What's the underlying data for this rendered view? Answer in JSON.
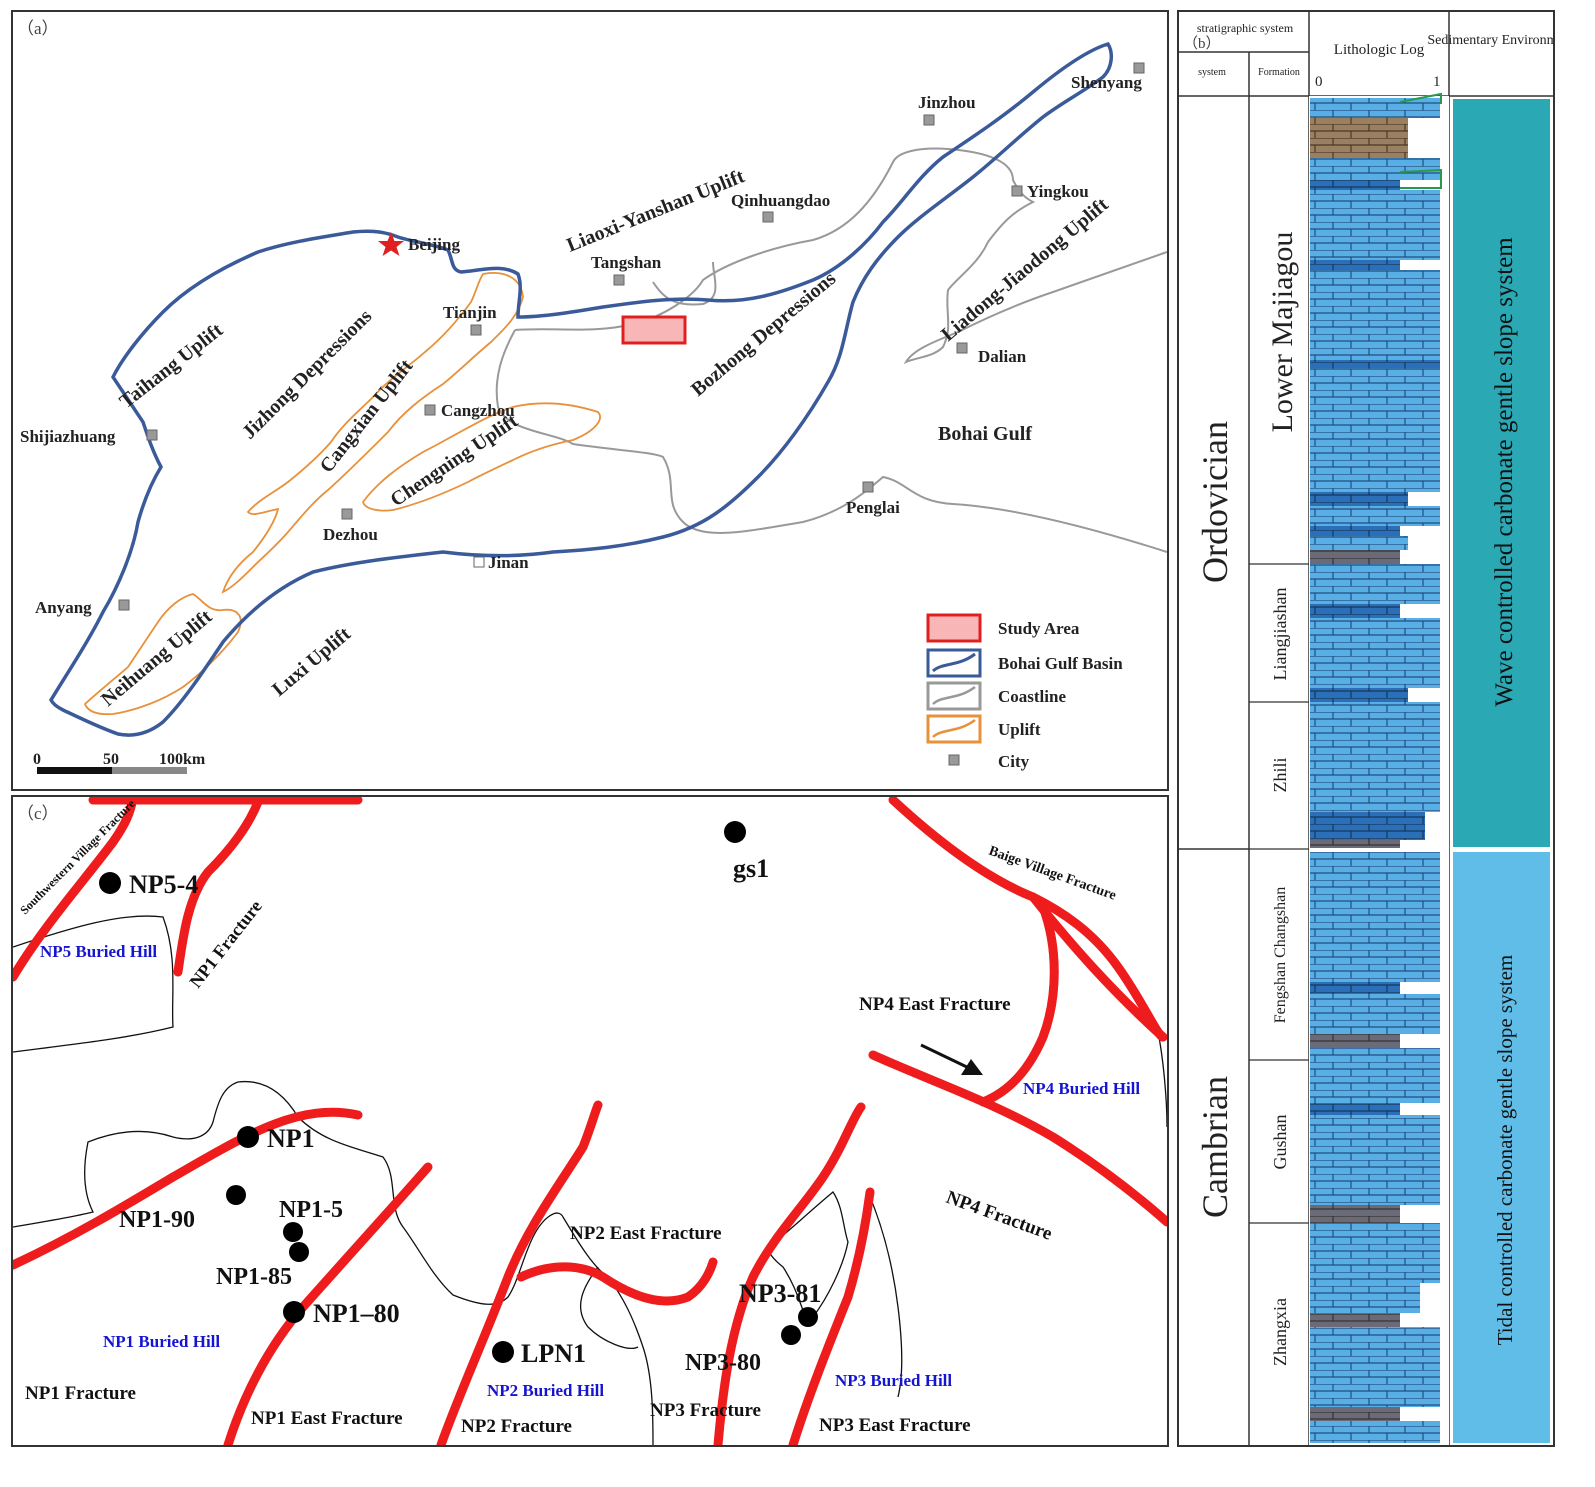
{
  "panel_a": {
    "label": "（a）",
    "regions": {
      "taihang": "Taihang  Uplift",
      "jizhong": "Jizhong Depressions",
      "liaoxi": "Liaoxi-Yanshan Uplift",
      "cangxian": "Cangxian Uplift",
      "chengning": "Chengning Uplift",
      "bozhong": "Bozhong Depressions",
      "liadong": "Liadong-Jiaodong Uplift",
      "neihuang": "Neihuang Uplift",
      "luxi": "Luxi Uplift",
      "bohai_gulf": "Bohai Gulf"
    },
    "cities": {
      "beijing": "Beijing",
      "tianjin": "Tianjin",
      "tangshan": "Tangshan",
      "qinhuangdao": "Qinhuangdao",
      "jinzhou": "Jinzhou",
      "shenyang": "Shenyang",
      "yingkou": "Yingkou",
      "dalian": "Dalian",
      "cangzhou": "Cangzhou",
      "shijiazhuang": "Shijiazhuang",
      "dezhou": "Dezhou",
      "jinan": "Jinan",
      "penglai": "Penglai",
      "anyang": "Anyang"
    },
    "scale": {
      "zero": "0",
      "mid": "50",
      "end": "100km"
    },
    "legend": {
      "study_area": "Study Area",
      "basin": "Bohai Gulf Basin",
      "coastline": "Coastline",
      "uplift": "Uplift",
      "city": "City"
    },
    "colors": {
      "basin": "#3a5a9a",
      "coast": "#999999",
      "uplift": "#e8913a",
      "study": "#e02020",
      "star": "#e02020"
    }
  },
  "panel_b": {
    "label": "（b）",
    "header": {
      "strat": "stratigraphic system",
      "system": "system",
      "formation": "Formation",
      "litho": "Lithologic Log",
      "axis_min": "0",
      "axis_max": "1",
      "env": "Sedimentary Environment"
    },
    "systems": {
      "ordovician": "Ordovician",
      "cambrian": "Cambrian"
    },
    "formations": {
      "lower_majiagou": "Lower Majiagou",
      "liangjiashan": "Liangjiashan",
      "zhili": "Zhili",
      "fengshan_changshan": "Fengshan Changshan",
      "gushan": "Gushan",
      "zhangxia": "Zhangxia"
    },
    "environments": {
      "wave": "Wave controlled carbonate gentle slope system",
      "tidal": "Tidal controlled carbonate gentle slope system"
    },
    "colors": {
      "wave": "#2aa9b5",
      "tidal": "#5fbde8",
      "limestone": "#5aaee6",
      "dark": "#2a6fb8",
      "brown": "#9a8060"
    }
  },
  "panel_c": {
    "label": "（c）",
    "wells": {
      "np5_4": "NP5-4",
      "gs1": "gs1",
      "np1": "NP1",
      "np1_90": "NP1-90",
      "np1_5": "NP1-5",
      "np1_85": "NP1-85",
      "np1_80": "NP1–80",
      "lpn1": "LPN1",
      "np3_81": "NP3-81",
      "np3_80": "NP3-80"
    },
    "fractures": {
      "southwestern": "Southwestern Village Fracture",
      "np1_fracture_top": "NP1 Fracture",
      "baige": "Baige Village Fracture",
      "np4_east": "NP4 East Fracture",
      "np4": "NP4 Fracture",
      "np2_east": "NP2 East Fracture",
      "np1_fracture": "NP1 Fracture",
      "np1_east": "NP1 East Fracture",
      "np2": "NP2 Fracture",
      "np3": "NP3 Fracture",
      "np3_east": "NP3 East Fracture"
    },
    "buried_hills": {
      "np5": "NP5 Buried Hill",
      "np4": "NP4 Buried Hill",
      "np1": "NP1 Buried Hill",
      "np2": "NP2 Buried Hill",
      "np3": "NP3 Buried Hill"
    },
    "colors": {
      "fault": "#ee1c1c",
      "hill": "#1515d0"
    }
  }
}
